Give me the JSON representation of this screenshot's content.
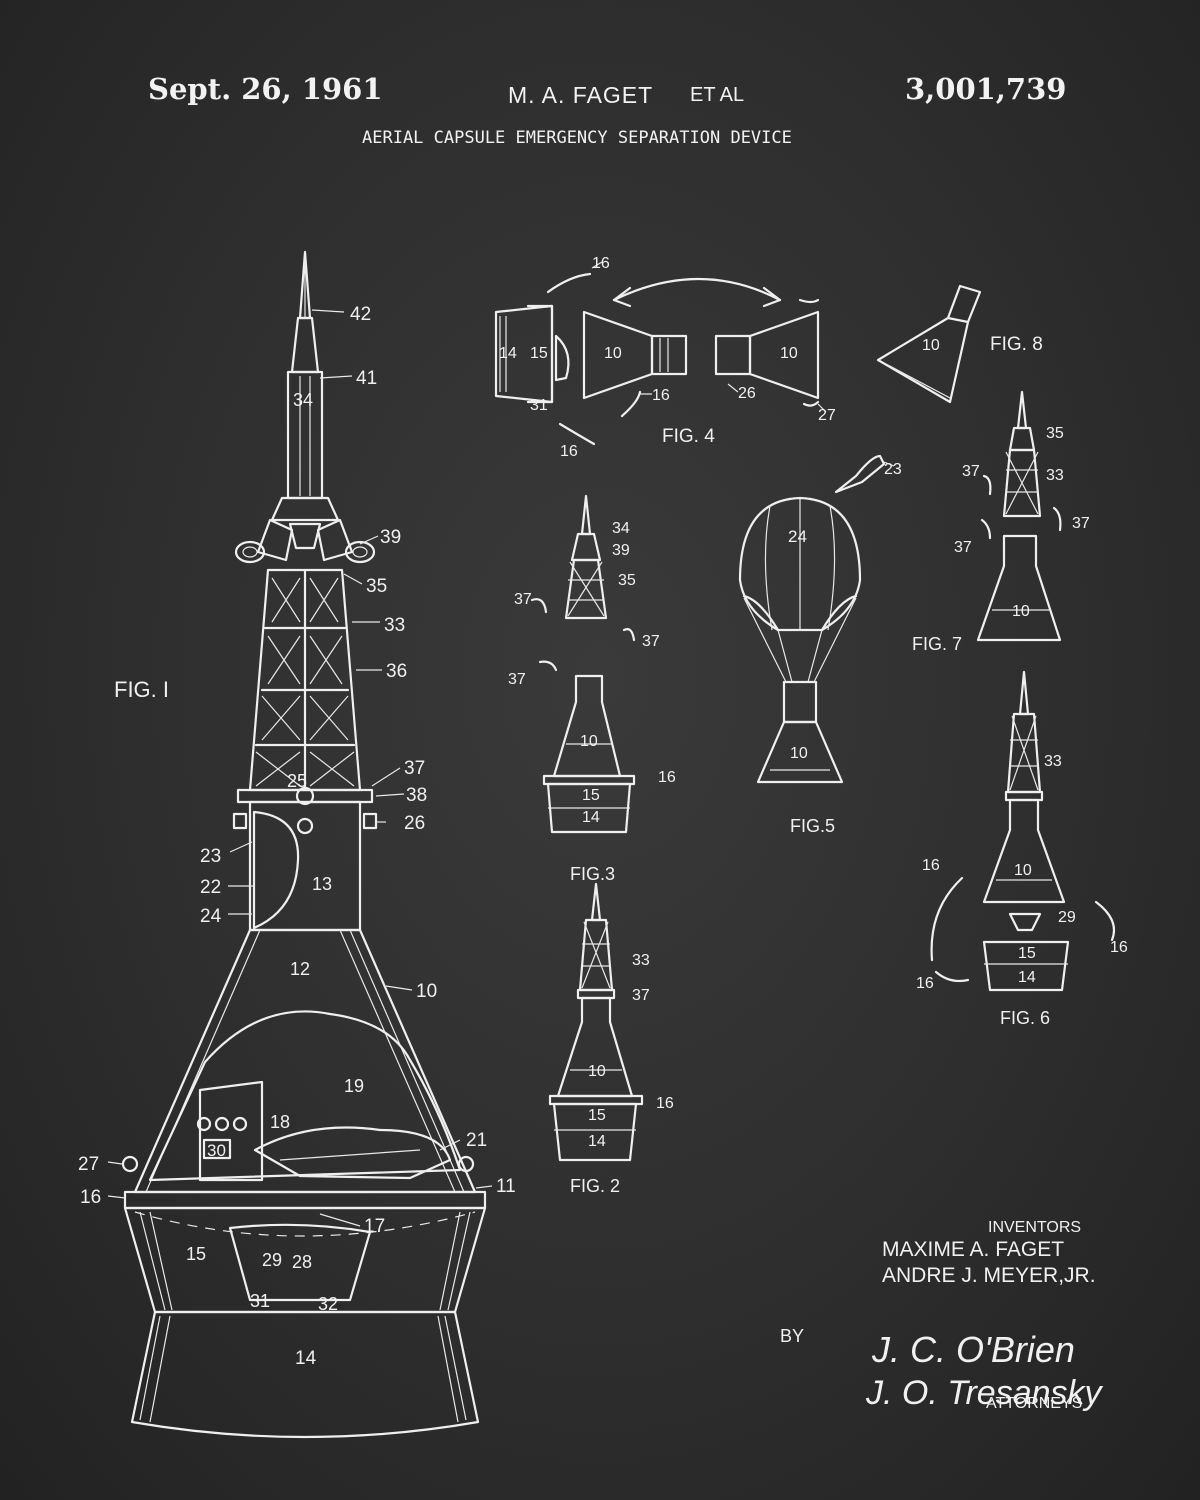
{
  "header": {
    "date": "Sept. 26, 1961",
    "inventor_short": "M. A. FAGET",
    "et_al": "ET AL",
    "patent_number": "3,001,739",
    "title": "AERIAL CAPSULE EMERGENCY SEPARATION DEVICE"
  },
  "figures": {
    "fig1": "FIG. I",
    "fig2": "FIG. 2",
    "fig3": "FIG.3",
    "fig4": "FIG. 4",
    "fig5": "FIG.5",
    "fig6": "FIG. 6",
    "fig7": "FIG. 7",
    "fig8": "FIG. 8"
  },
  "fig1_refs": {
    "r42": "42",
    "r41": "41",
    "r34": "34",
    "r39": "39",
    "r35": "35",
    "r33": "33",
    "r36": "36",
    "r37": "37",
    "r25": "25",
    "r38": "38",
    "r26": "26",
    "r23": "23",
    "r13": "13",
    "r22": "22",
    "r24": "24",
    "r12": "12",
    "r10": "10",
    "r19": "19",
    "r18": "18",
    "r21": "21",
    "r30": "30",
    "r27": "27",
    "r11": "11",
    "r16": "16",
    "r17": "17",
    "r15": "15",
    "r29": "29",
    "r28": "28",
    "r31": "31",
    "r32": "32",
    "r14": "14"
  },
  "fig4_refs": {
    "r16a": "16",
    "r14": "14",
    "r15": "15",
    "r10a": "10",
    "r31": "31",
    "r16b": "16",
    "r16c": "16",
    "r26": "26",
    "r10b": "10",
    "r27": "27"
  },
  "fig8_refs": {
    "r10": "10"
  },
  "fig3_refs": {
    "r34": "34",
    "r39": "39",
    "r35": "35",
    "r37a": "37",
    "r37b": "37",
    "r37c": "37",
    "r10": "10",
    "r16": "16",
    "r15": "15",
    "r14": "14"
  },
  "fig5_refs": {
    "r23": "23",
    "r24": "24",
    "r10": "10"
  },
  "fig7_refs": {
    "r35": "35",
    "r37a": "37",
    "r33": "33",
    "r37b": "37",
    "r37c": "37",
    "r10": "10"
  },
  "fig2_refs": {
    "r33": "33",
    "r37": "37",
    "r10": "10",
    "r16": "16",
    "r15": "15",
    "r14": "14"
  },
  "fig6_refs": {
    "r33": "33",
    "r16a": "16",
    "r10": "10",
    "r29": "29",
    "r16b": "16",
    "r15": "15",
    "r14": "14",
    "r16c": "16"
  },
  "inventors": {
    "heading": "INVENTORS",
    "name1": "MAXIME A. FAGET",
    "name2": "ANDRE J. MEYER,JR."
  },
  "attorneys": {
    "by": "BY",
    "signature1": "J. C. O'Brien",
    "signature2": "J. O. Tresansky",
    "label": "ATTORNEYS"
  }
}
